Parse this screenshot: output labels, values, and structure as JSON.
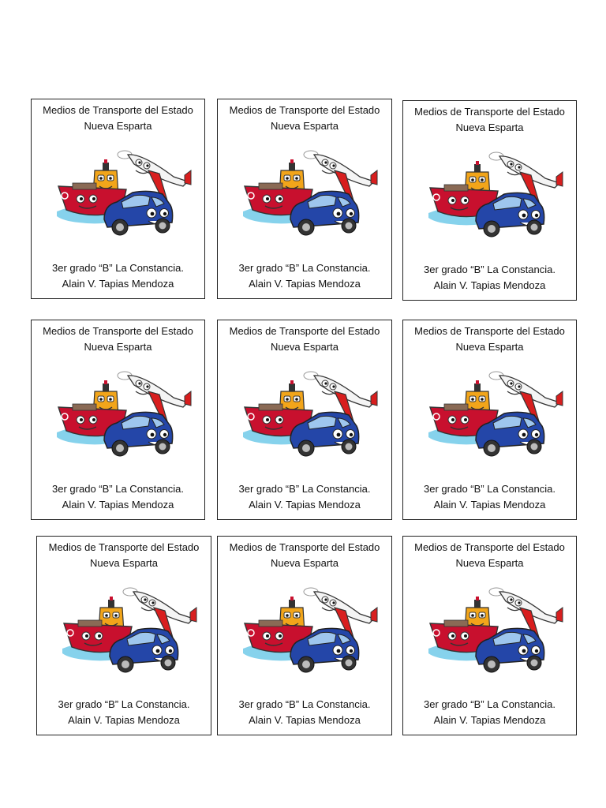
{
  "cards": [
    {
      "title_line1": "Medios de Transporte del Estado",
      "title_line2": "Nueva Esparta",
      "footer_line1": "3er grado “B” La Constancia.",
      "footer_line2": "Alain V. Tapias Mendoza"
    },
    {
      "title_line1": "Medios de Transporte del Estado",
      "title_line2": "Nueva Esparta",
      "footer_line1": "3er grado “B” La Constancia.",
      "footer_line2": "Alain V. Tapias Mendoza"
    },
    {
      "title_line1": "Medios de Transporte del Estado",
      "title_line2": "Nueva Esparta",
      "footer_line1": "3er grado “B” La Constancia.",
      "footer_line2": "Alain V. Tapias Mendoza"
    },
    {
      "title_line1": "Medios de Transporte del Estado",
      "title_line2": "Nueva Esparta",
      "footer_line1": "3er grado “B” La Constancia.",
      "footer_line2": "Alain V. Tapias Mendoza"
    },
    {
      "title_line1": "Medios de Transporte del Estado",
      "title_line2": "Nueva Esparta",
      "footer_line1": "3er grado “B” La Constancia.",
      "footer_line2": "Alain V. Tapias Mendoza"
    },
    {
      "title_line1": "Medios de Transporte del Estado",
      "title_line2": "Nueva Esparta",
      "footer_line1": "3er grado “B” La Constancia.",
      "footer_line2": "Alain V. Tapias Mendoza"
    },
    {
      "title_line1": "Medios de Transporte del Estado",
      "title_line2": "Nueva Esparta",
      "footer_line1": "3er grado “B” La Constancia.",
      "footer_line2": "Alain V. Tapias Mendoza"
    },
    {
      "title_line1": "Medios de Transporte del Estado",
      "title_line2": "Nueva Esparta",
      "footer_line1": "3er grado “B” La Constancia.",
      "footer_line2": "Alain V. Tapias Mendoza"
    },
    {
      "title_line1": "Medios de Transporte del Estado",
      "title_line2": "Nueva Esparta",
      "footer_line1": "3er grado “B” La Constancia.",
      "footer_line2": "Alain V. Tapias Mendoza"
    }
  ],
  "illustration": {
    "icon": "cartoon-transport-icon",
    "colors": {
      "ship_hull": "#c8102e",
      "ship_tower": "#f2a51a",
      "car_body": "#2446a8",
      "plane_accent": "#d81e1e",
      "water": "#5ec3e6"
    }
  }
}
